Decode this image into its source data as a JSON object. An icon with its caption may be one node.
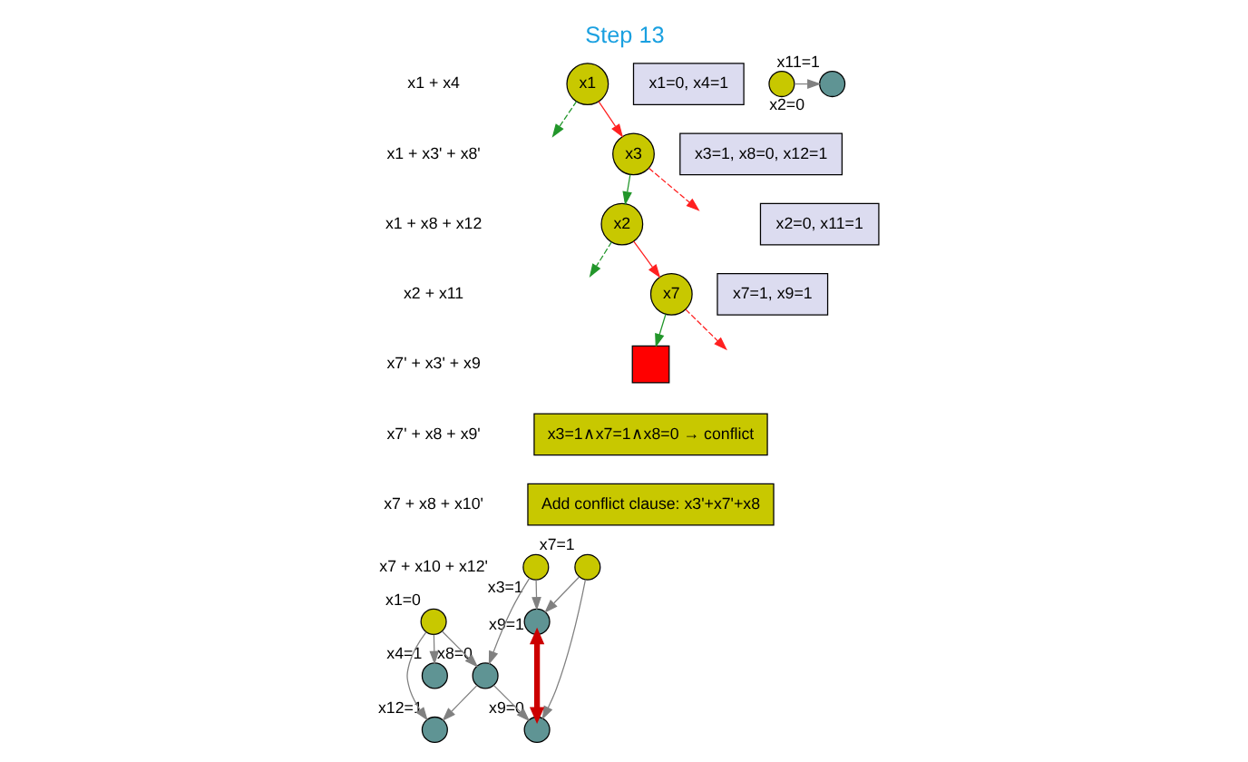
{
  "diagram": {
    "title": "Step 13",
    "nodes": [
      {
        "text": [
          "x1"
        ]
      },
      {
        "text": [
          "x1=0, x4=1"
        ]
      },
      {
        "text": [
          "x3"
        ]
      },
      {
        "text": [
          "x3=1, x8=0, x12=1"
        ]
      },
      {
        "text": [
          "x2"
        ]
      },
      {
        "text": [
          "x2=0, x11=1"
        ]
      },
      {
        "text": [
          "x7"
        ]
      },
      {
        "text": [
          "x7=1, x9=1"
        ]
      },
      {
        "text": [],
        "shape": "box"
      },
      {
        "text": [
          "x4=1"
        ]
      },
      {
        "text": [
          "x1=0"
        ]
      },
      {
        "text": [
          "x3=1"
        ]
      },
      {
        "text": [
          "x7=1"
        ]
      },
      {
        "text": [
          "x9=1"
        ]
      },
      {
        "text": [
          "x9=0"
        ]
      },
      {
        "text": [
          "x8=0"
        ]
      },
      {
        "text": [
          "x11=1"
        ]
      },
      {
        "text": [
          "x12=1"
        ]
      },
      {
        "text": [
          "x2=0"
        ]
      },
      {
        "text": [
          "x3=1∧x7=1∧x8=0 → conflict"
        ]
      },
      {
        "text": [
          "Add conflict clause: x3'+x7'+x8"
        ]
      }
    ],
    "edges": [
      {
        "from": 0,
        "to": null,
        "arrow": "to",
        "style": "dashed",
        "color": "#22962a"
      },
      {
        "from": 0,
        "to": 2,
        "arrow": "to",
        "color": "#ff2020"
      },
      {
        "from": 2,
        "to": 4,
        "arrow": "to",
        "color": "#22962a"
      },
      {
        "from": 2,
        "to": null,
        "arrow": "to",
        "style": "dashed",
        "color": "#ff2020"
      },
      {
        "from": 4,
        "to": null,
        "arrow": "to",
        "style": "dashed",
        "color": "#22962a"
      },
      {
        "from": 4,
        "to": 6,
        "arrow": "to",
        "color": "#ff2020"
      },
      {
        "from": 6,
        "to": 8,
        "arrow": "to",
        "color": "#22962a"
      },
      {
        "from": 6,
        "to": null,
        "arrow": "to",
        "style": "dashed",
        "color": "#ff2020"
      },
      {
        "from": 10,
        "to": 9,
        "arrow": "to"
      },
      {
        "from": 10,
        "to": 15,
        "arrow": "to"
      },
      {
        "from": 10,
        "to": 17,
        "arrow": "to"
      },
      {
        "from": 11,
        "to": 13,
        "arrow": "to"
      },
      {
        "from": 11,
        "to": 15,
        "arrow": "to"
      },
      {
        "from": 12,
        "to": 13,
        "arrow": "to"
      },
      {
        "from": 12,
        "to": 14,
        "arrow": "to"
      },
      {
        "from": 15,
        "to": 14,
        "arrow": "to"
      },
      {
        "from": 15,
        "to": 17,
        "arrow": "to"
      },
      {
        "from": 18,
        "to": 16,
        "arrow": "to"
      },
      {
        "from": 13,
        "to": 14,
        "arrow": "both",
        "style": "thick",
        "color": "#cc0000"
      }
    ],
    "labels": [
      "x1 + x4",
      "x1 + x3' + x8'",
      "x1 + x8 + x12",
      "x2 + x11",
      "x7' + x3' + x9",
      "x7' + x8 + x9'",
      "x7 + x8 + x10'",
      "x7 + x10 + x12'"
    ]
  }
}
